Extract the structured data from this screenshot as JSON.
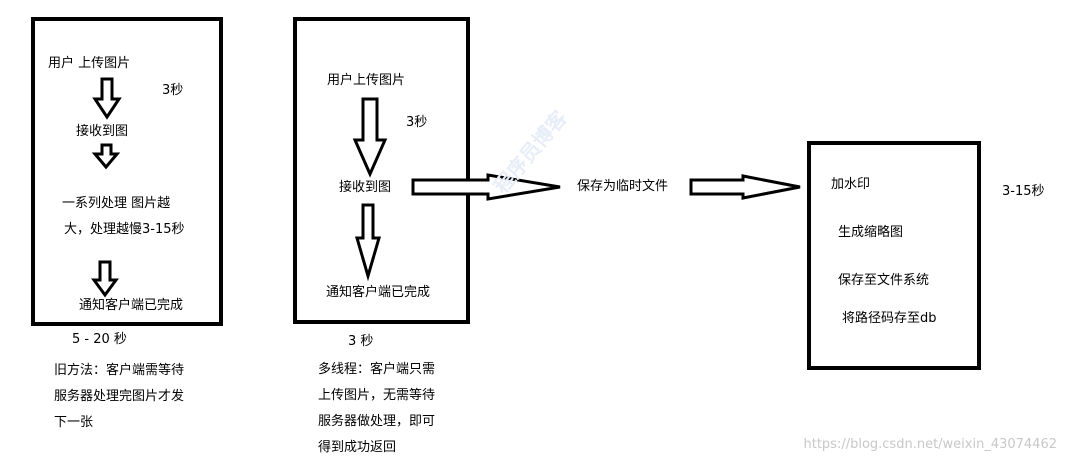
{
  "old_method": {
    "steps": [
      "用户 上传图片",
      "接收到图",
      "一系列处理 图片越",
      "大，处理越慢3-15秒",
      "通知客户端已完成"
    ],
    "step_time": "3秒",
    "total_time": "5 - 20 秒",
    "description": [
      "旧方法：客户端需等待",
      "服务器处理完图片才发",
      "下一张"
    ]
  },
  "multi_thread": {
    "steps": [
      "用户上传图片",
      "接收到图",
      "通知客户端已完成"
    ],
    "step_time": "3秒",
    "total_time": "3 秒",
    "description": [
      "多线程：客户端只需",
      "上传图片，无需等待",
      "服务器做处理，即可",
      "得到成功返回"
    ]
  },
  "temp_file_label": "保存为临时文件",
  "processing": {
    "steps": [
      "加水印",
      "生成缩略图",
      "保存至文件系统",
      "将路径码存至db"
    ],
    "time": "3-15秒"
  },
  "watermark": "https://blog.csdn.net/weixin_43074462",
  "watermark_center": "程序员博客"
}
